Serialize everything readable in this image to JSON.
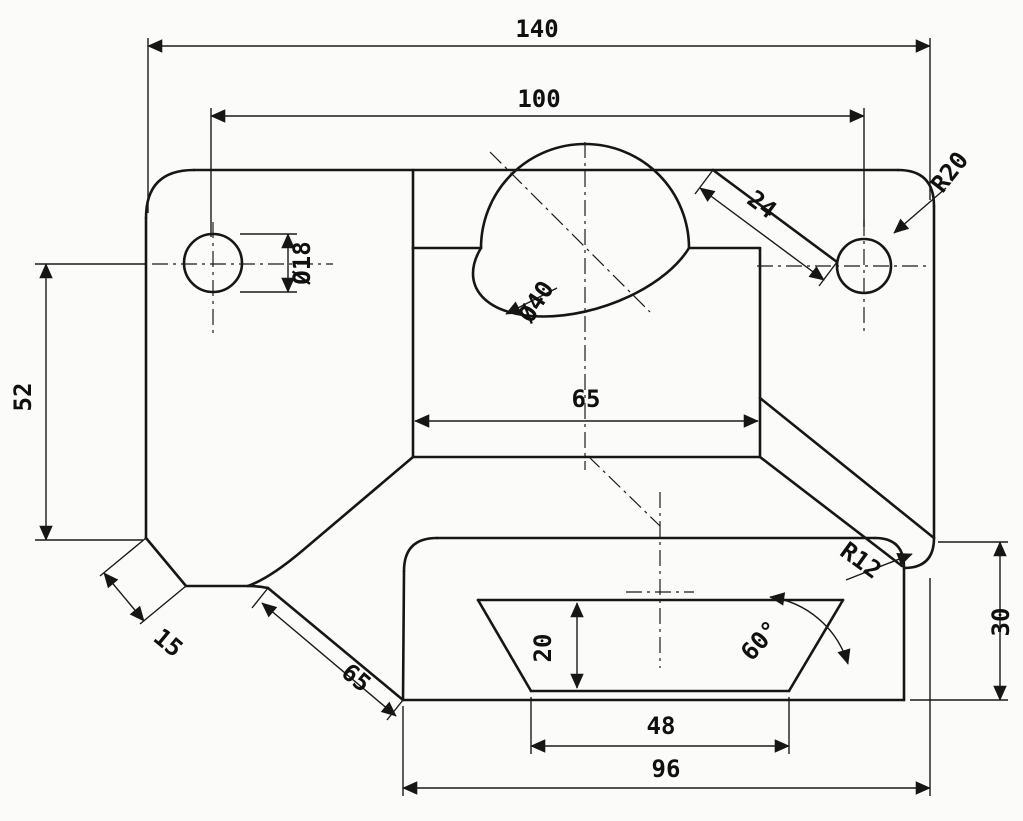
{
  "drawing": {
    "title": "isometric-part-drawing",
    "background": "#fbfbf9",
    "line_color": "#161616",
    "dims": {
      "overall_width": "140",
      "hole_span": "100",
      "left_hole_dia": "Ø18",
      "corner_r20": "R20",
      "chamfer_len": "24",
      "notch_dia": "Ø40",
      "block_face_width": "65",
      "left_height": "52",
      "plate_thickness": "15",
      "slope_depth": "65",
      "slot_depth": "20",
      "slot_angle": "60°",
      "corner_r12": "R12",
      "right_height": "30",
      "slot_width": "48",
      "base_width": "96"
    }
  }
}
